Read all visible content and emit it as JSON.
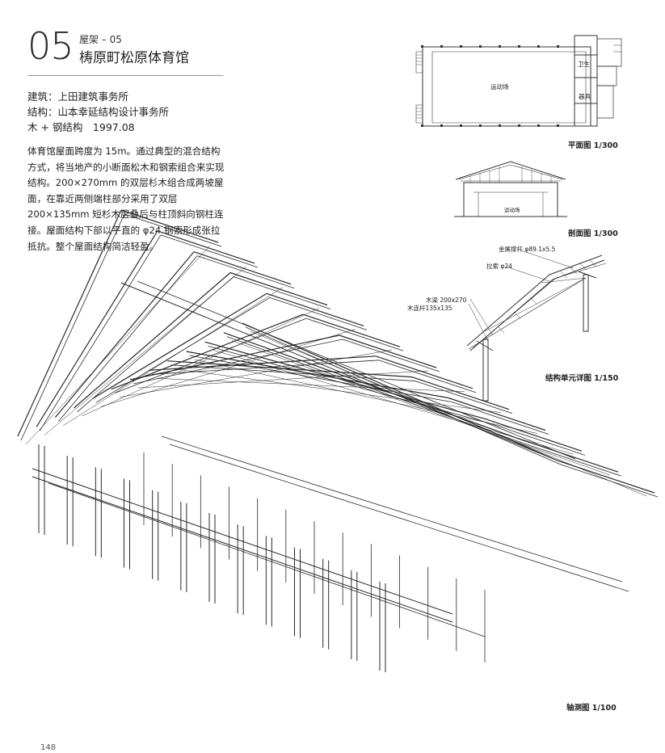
{
  "header": {
    "number": "05",
    "category": "屋架 – 05",
    "title": "梼原町松原体育馆"
  },
  "meta": {
    "architect": "建筑：上田建筑事务所",
    "structure": "结构：山本幸延结构设计事务所",
    "material": "木 + 钢结构　1997.08"
  },
  "description": "体育馆屋面跨度为 15m。通过典型的混合结构方式，将当地产的小断面松木和钢索组合来实现结构。200×270mm 的双层杉木组合成两坡屋面，在靠近两侧端柱部分采用了双层 200×135mm 短杉木层叠后与柱顶斜向钢柱连接。屋面结构下部以平直的 φ24 钢索形成张拉抵抗。整个屋面结构简洁轻盈。",
  "plan": {
    "caption": "平面图 1/300",
    "room_main": "运动场",
    "room_toilet": "卫生",
    "room_equipment": "器具"
  },
  "section": {
    "caption": "剖面图 1/300",
    "room": "运动场"
  },
  "detail": {
    "caption": "结构单元详图 1/150",
    "label_strut": "金属撑杆 φ89.1x5.5",
    "label_cable": "拉索 φ24",
    "label_beam": "木梁 200x270",
    "label_tie": "木连杆135x135"
  },
  "axon": {
    "caption": "轴测图 1/100"
  },
  "page_number": "148"
}
